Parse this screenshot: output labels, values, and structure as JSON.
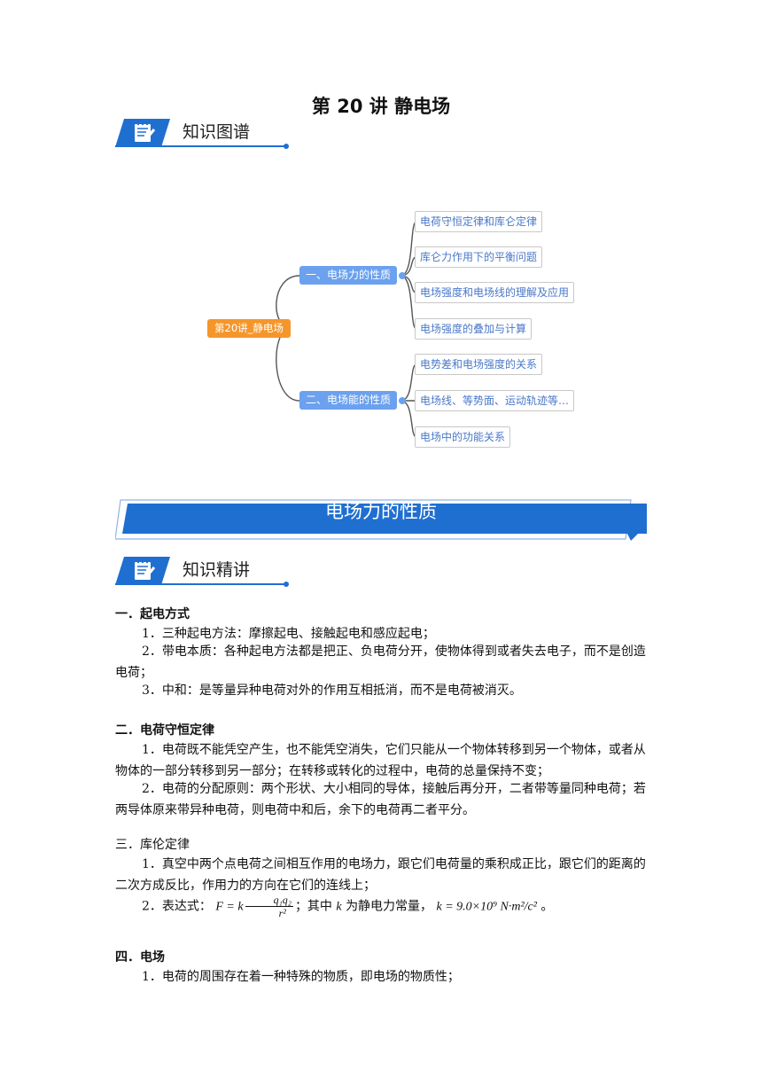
{
  "title": "第 20 讲  静电场",
  "section_map": "知识图谱",
  "section_lecture": "知识精讲",
  "mindmap": {
    "root": "第20讲_静电场",
    "branches": [
      {
        "label": "一、电场力的性质",
        "leaves": [
          "电荷守恒定律和库仑定律",
          "库仑力作用下的平衡问题",
          "电场强度和电场线的理解及应用",
          "电场强度的叠加与计算"
        ]
      },
      {
        "label": "二、电场能的性质",
        "leaves": [
          "电势差和电场强度的关系",
          "电场线、等势面、运动轨迹等…",
          "电场中的功能关系"
        ]
      }
    ]
  },
  "banner": "电场力的性质",
  "sections": {
    "s1": {
      "heading": "一．起电方式",
      "p1": "1．三种起电方法：摩擦起电、接触起电和感应起电；",
      "p2": "2．带电本质：各种起电方法都是把正、负电荷分开，使物体得到或者失去电子，而不是创造电荷；",
      "p3": "3．中和：是等量异种电荷对外的作用互相抵消，而不是电荷被消灭。"
    },
    "s2": {
      "heading": "二．电荷守恒定律",
      "p1": "1．电荷既不能凭空产生，也不能凭空消失，它们只能从一个物体转移到另一个物体，或者从物体的一部分转移到另一部分；在转移或转化的过程中，电荷的总量保持不变；",
      "p2": "2．电荷的分配原则：两个形状、大小相同的导体，接触后再分开，二者带等量同种电荷；若两导体原来带异种电荷，则电荷中和后，余下的电荷再二者平分。"
    },
    "s3": {
      "heading": "三．库伦定律",
      "p1": "1．真空中两个点电荷之间相互作用的电场力，跟它们电荷量的乘积成正比，跟它们的距离的二次方成反比，作用力的方向在它们的连线上；",
      "p2_prefix": "2．表达式：",
      "p2_middle": "；其中",
      "p2_k_desc": "为静电力常量，",
      "p2_suffix": "。",
      "formula_lhs": "F = k",
      "formula_num": "q₁q₂",
      "formula_den": "r²",
      "k_var": "k",
      "k_value": "k = 9.0×10⁹ N·m²/c²"
    },
    "s4": {
      "heading": "四．电场",
      "p1": "1．电荷的周围存在着一种特殊的物质，即电场的物质性；"
    }
  }
}
